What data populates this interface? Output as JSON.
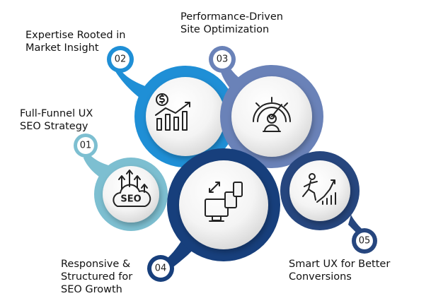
{
  "items": [
    {
      "number": "01",
      "label_lines": [
        "Full-Funnel UX",
        "SEO Strategy"
      ],
      "icon": "seo-cloud-icon",
      "color": "#7dbfd1"
    },
    {
      "number": "02",
      "label_lines": [
        "Expertise Rooted in",
        "Market Insight"
      ],
      "icon": "dollar-chart-icon",
      "color": "#1f8fd6"
    },
    {
      "number": "03",
      "label_lines": [
        "Performance-Driven",
        "Site Optimization"
      ],
      "icon": "speed-gauge-icon",
      "color": "#6a82b8"
    },
    {
      "number": "04",
      "label_lines": [
        "Responsive &",
        "Structured for",
        "SEO Growth"
      ],
      "icon": "responsive-devices-icon",
      "color": "#173f7c"
    },
    {
      "number": "05",
      "label_lines": [
        "Smart UX for Better",
        "Conversions"
      ],
      "icon": "runner-growth-icon",
      "color": "#26467e"
    }
  ]
}
